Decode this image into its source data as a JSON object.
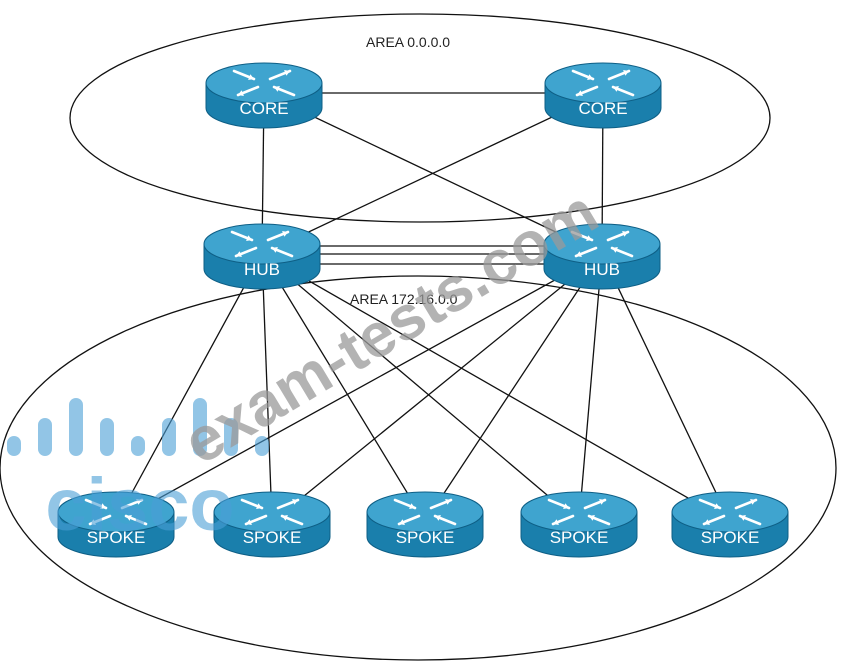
{
  "areas": [
    {
      "id": "area0",
      "label": "AREA 0.0.0.0"
    },
    {
      "id": "area172",
      "label": "AREA 172.16.0.0"
    }
  ],
  "routers": [
    {
      "id": "core1",
      "label": "CORE",
      "role": "core"
    },
    {
      "id": "core2",
      "label": "CORE",
      "role": "core"
    },
    {
      "id": "hub1",
      "label": "HUB",
      "role": "hub"
    },
    {
      "id": "hub2",
      "label": "HUB",
      "role": "hub"
    },
    {
      "id": "spoke1",
      "label": "SPOKE",
      "role": "spoke"
    },
    {
      "id": "spoke2",
      "label": "SPOKE",
      "role": "spoke"
    },
    {
      "id": "spoke3",
      "label": "SPOKE",
      "role": "spoke"
    },
    {
      "id": "spoke4",
      "label": "SPOKE",
      "role": "spoke"
    },
    {
      "id": "spoke5",
      "label": "SPOKE",
      "role": "spoke"
    }
  ],
  "links": [
    [
      "core1",
      "core2"
    ],
    [
      "core1",
      "hub1"
    ],
    [
      "core1",
      "hub2"
    ],
    [
      "core2",
      "hub1"
    ],
    [
      "core2",
      "hub2"
    ],
    [
      "hub1",
      "hub2"
    ],
    [
      "hub1",
      "spoke1"
    ],
    [
      "hub1",
      "spoke2"
    ],
    [
      "hub1",
      "spoke3"
    ],
    [
      "hub1",
      "spoke4"
    ],
    [
      "hub1",
      "spoke5"
    ],
    [
      "hub2",
      "spoke1"
    ],
    [
      "hub2",
      "spoke2"
    ],
    [
      "hub2",
      "spoke3"
    ],
    [
      "hub2",
      "spoke4"
    ],
    [
      "hub2",
      "spoke5"
    ]
  ],
  "watermark": {
    "text": "exam-tests.com",
    "logo_text": "cisco"
  },
  "colors": {
    "router_top": "#3fa4cf",
    "router_side": "#1a7fac",
    "router_rim": "#0e5f86",
    "arrow": "#ffffff",
    "watermark_text": "#9a9a9a",
    "watermark_logo": "#4a9fd6"
  }
}
